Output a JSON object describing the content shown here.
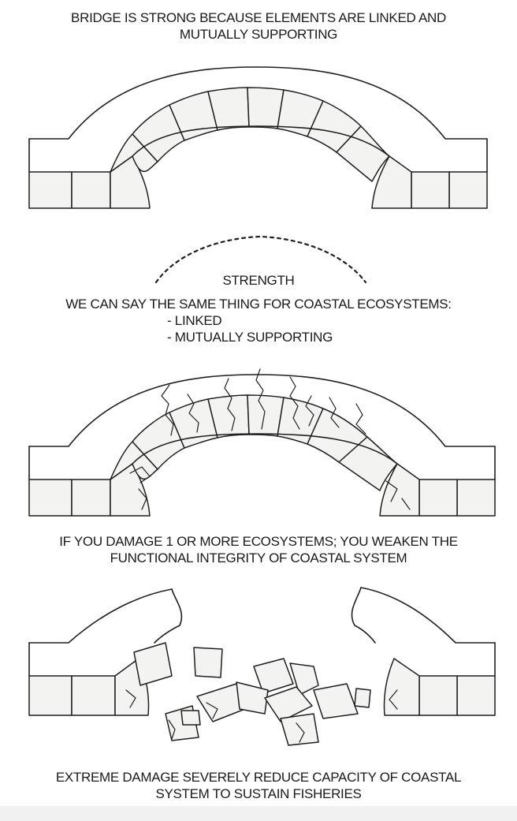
{
  "captions": {
    "top": [
      "BRIDGE IS STRONG BECAUSE ELEMENTS ARE LINKED AND",
      "MUTUALLY SUPPORTING"
    ],
    "strength": "STRENGTH",
    "same": "WE CAN SAY THE SAME THING FOR COASTAL ECOSYSTEMS:",
    "items": [
      "- LINKED",
      "- MUTUALLY SUPPORTING"
    ],
    "damage": [
      "IF YOU DAMAGE 1 OR MORE ECOSYSTEMS; YOU WEAKEN THE",
      "FUNCTIONAL  INTEGRITY OF COASTAL SYSTEM"
    ],
    "extreme": [
      "EXTREME DAMAGE SEVERELY REDUCE CAPACITY OF COASTAL",
      "SYSTEM TO SUSTAIN FISHERIES"
    ]
  },
  "colors": {
    "ink": "#1f1f1f",
    "stone": "#f3f3f1",
    "background": "#ffffff"
  }
}
